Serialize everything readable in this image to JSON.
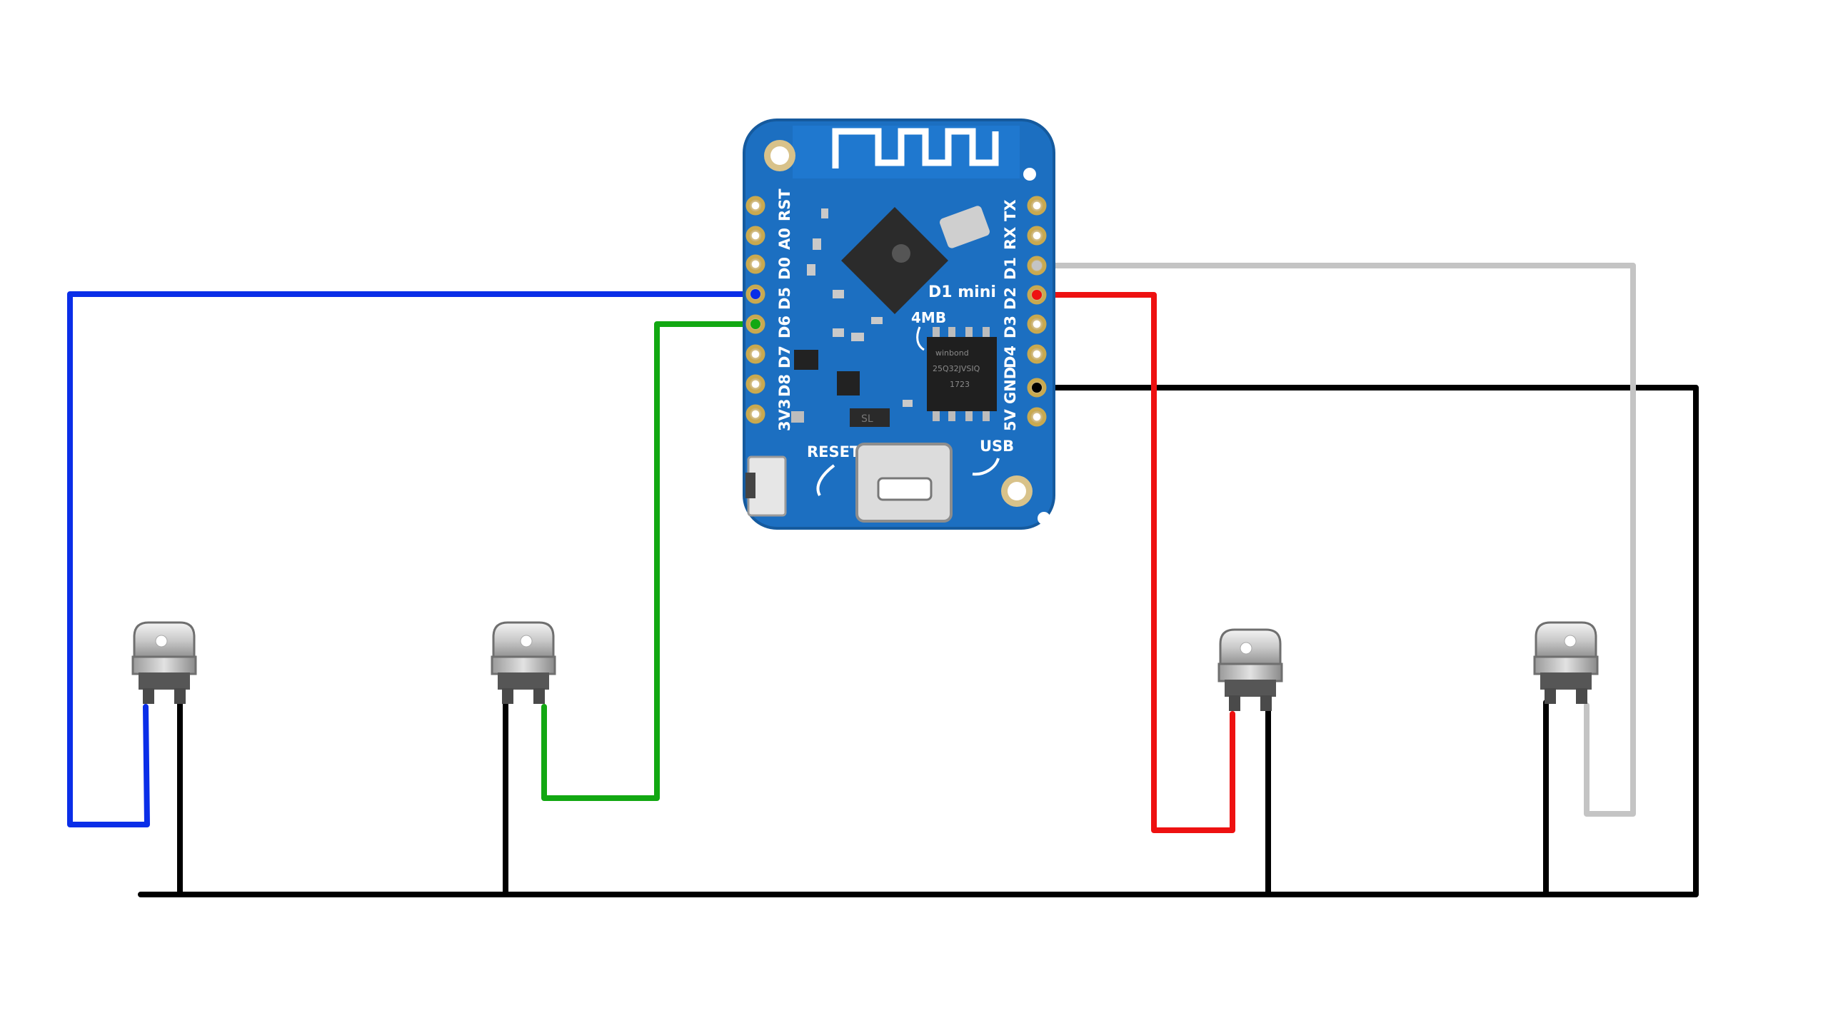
{
  "board": {
    "name": "D1 mini",
    "flash_label": "4MB",
    "reset_label": "RESET",
    "usb_label": "USB",
    "flash_chip_text": [
      "winbond",
      "25Q32JVSIQ",
      "1723"
    ],
    "regulator_text": "SL",
    "left_pins": [
      "RST",
      "A0",
      "D0",
      "D5",
      "D6",
      "D7",
      "D8",
      "3V3"
    ],
    "right_pins": [
      "TX",
      "RX",
      "D1",
      "D2",
      "D3",
      "D4",
      "GND",
      "5V"
    ],
    "pcb_color": "#1c6fc1"
  },
  "wire_colors": {
    "d5": "#0a2ee8",
    "d6": "#12a812",
    "d2": "#ee1111",
    "d1": "#c4c4c4",
    "ground": "#000000"
  },
  "leds": [
    {
      "signal_pin": "D5",
      "wire": "blue"
    },
    {
      "signal_pin": "D6",
      "wire": "green"
    },
    {
      "signal_pin": "D2",
      "wire": "red"
    },
    {
      "signal_pin": "D1",
      "wire": "gray"
    }
  ]
}
